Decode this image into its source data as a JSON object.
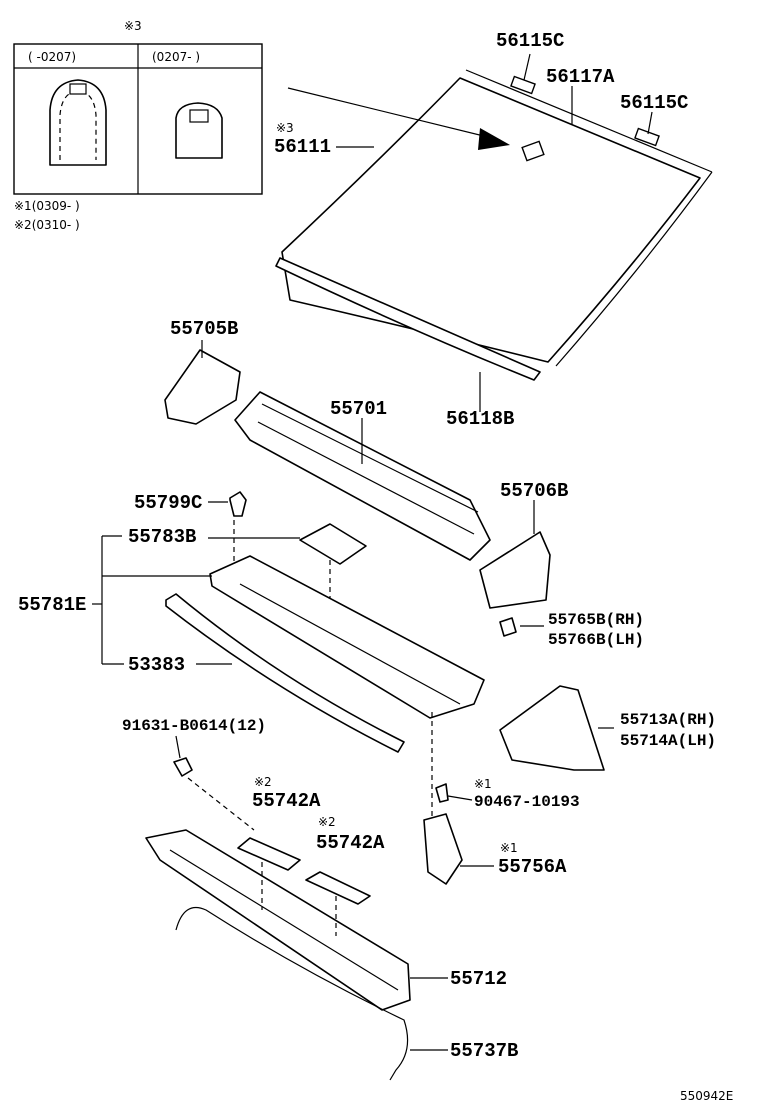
{
  "labels": {
    "p56115c_top": "56115C",
    "p56117a": "56117A",
    "p56115c_right": "56115C",
    "mark3_main": "※3",
    "p56111": "56111",
    "p56118b": "56118B",
    "p55705b": "55705B",
    "p55701": "55701",
    "p55706b": "55706B",
    "p55799c": "55799C",
    "p55783b": "55783B",
    "p55781e": "55781E",
    "p55765b": "55765B(RH)",
    "p55766b": "55766B(LH)",
    "p53383": "53383",
    "p91631": "91631-B0614(12)",
    "p55713a": "55713A(RH)",
    "p55714a": "55714A(LH)",
    "mark2_a": "※2",
    "p55742a_1": "55742A",
    "mark2_b": "※2",
    "p55742a_2": "55742A",
    "mark1_a": "※1",
    "p90467": "90467-10193",
    "mark1_b": "※1",
    "p55756a": "55756A",
    "p55712": "55712",
    "p55737b": "55737B"
  },
  "inset": {
    "mark": "※3",
    "left_header": "(   -0207)",
    "right_header": "(0207-    )"
  },
  "notes": {
    "note1": "※1(0309-    )",
    "note2": "※2(0310-    )"
  },
  "footer": {
    "code": "550942E"
  }
}
